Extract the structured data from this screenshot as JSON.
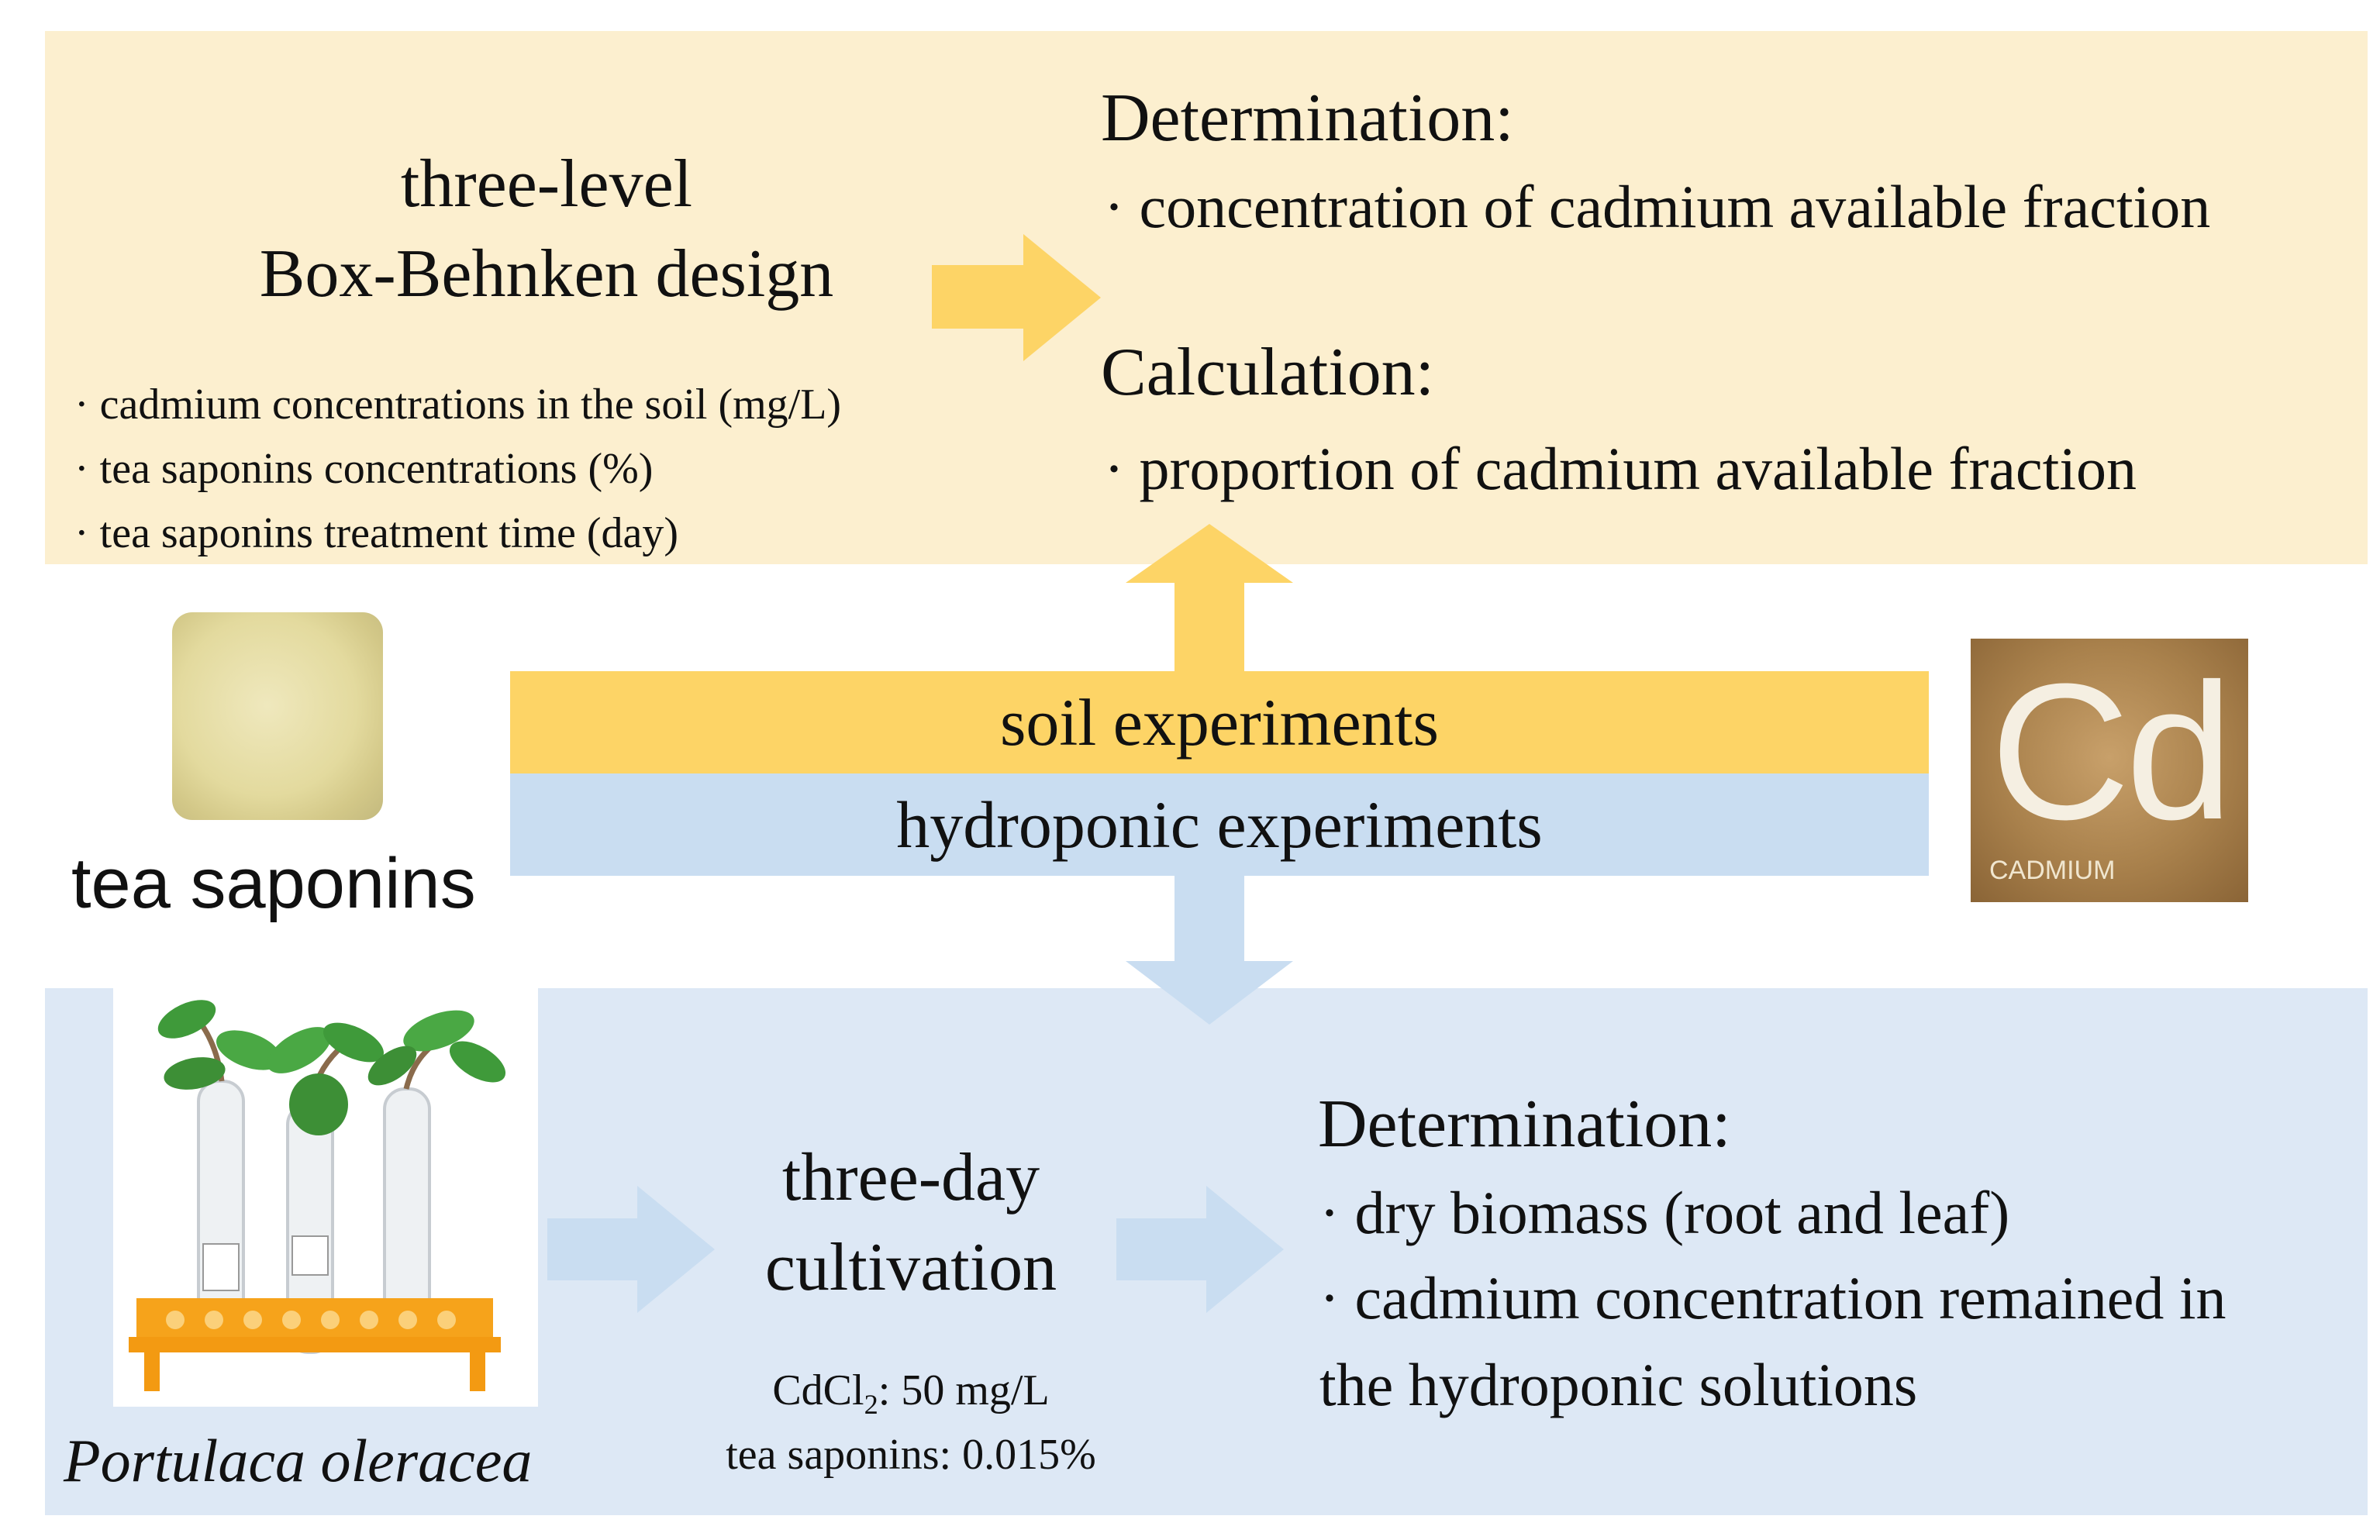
{
  "top": {
    "design_title_line1": "three-level",
    "design_title_line2": "Box-Behnken design",
    "factors": [
      "· cadmium concentrations in the soil (mg/L)",
      "· tea saponins concentrations (%)",
      "· tea saponins treatment time (day)"
    ],
    "determination_heading": "Determination:",
    "determination_item": "· concentration of cadmium available fraction",
    "calculation_heading": "Calculation:",
    "calculation_item": "· proportion of cadmium available fraction"
  },
  "middle": {
    "tea_label": "tea saponins",
    "soil_label": "soil experiments",
    "hydro_label": "hydroponic experiments",
    "cd_symbol": "Cd",
    "cd_word": "CADMIUM"
  },
  "bottom": {
    "plant_label": "Portulaca oleracea",
    "cultivation_line1": "three-day",
    "cultivation_line2": "cultivation",
    "cdcl2_prefix": "CdCl",
    "cdcl2_sub": "2",
    "cdcl2_value": ": 50 mg/L",
    "saponin_condition": "tea saponins: 0.015%",
    "determination_heading": "Determination:",
    "items": [
      "· dry biomass (root and leaf)",
      "· cadmium concentration remained in",
      "the hydroponic solutions"
    ]
  },
  "colors": {
    "top_panel": "#fcefcf",
    "bottom_panel": "#dde8f5",
    "soil_bar": "#fdd466",
    "hydro_bar": "#c9ddf1",
    "yellow_arrow": "#fdd466",
    "blue_arrow": "#c9ddf1"
  }
}
